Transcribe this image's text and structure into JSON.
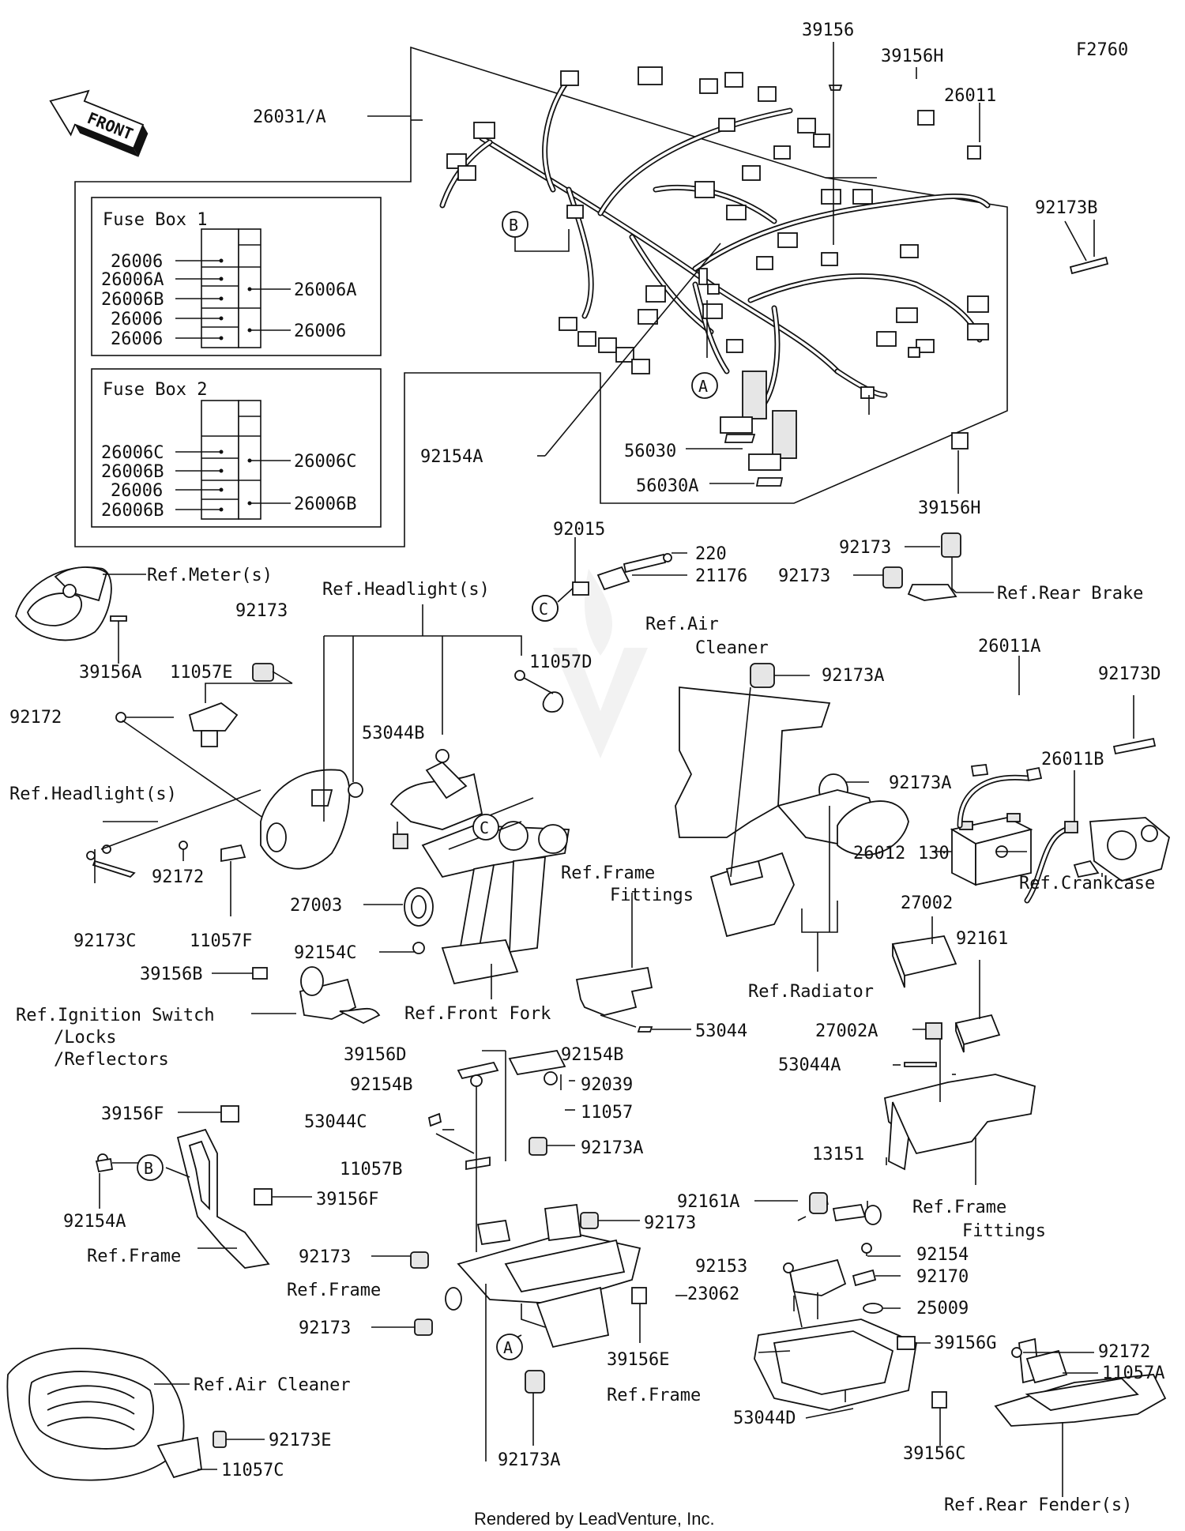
{
  "figure_code": "F2760",
  "front_label": "FRONT",
  "footer": "Rendered by LeadVenture, Inc.",
  "fuse_box_1": {
    "title": "Fuse Box 1",
    "left_labels": [
      "26006",
      "26006A",
      "26006B",
      "26006",
      "26006"
    ],
    "right_labels": [
      "26006A",
      "26006"
    ]
  },
  "fuse_box_2": {
    "title": "Fuse Box 2",
    "left_labels": [
      "26006C",
      "26006B",
      "26006",
      "26006B"
    ],
    "right_labels": [
      "26006C",
      "26006B"
    ]
  },
  "callouts": {
    "A": "A",
    "B": "B",
    "C": "C"
  },
  "labels": {
    "p26031A": "26031/A",
    "p39156": "39156",
    "p39156H_top": "39156H",
    "p26011": "26011",
    "p92173B": "92173B",
    "p92154A_top": "92154A",
    "p56030": "56030",
    "p56030A": "56030A",
    "p39156H_bot": "39156H",
    "p92015": "92015",
    "p220": "220",
    "p21176": "21176",
    "p92173_rb1": "92173",
    "p92173_rb2": "92173",
    "ref_rear_brake": "Ref.Rear Brake",
    "ref_meters": "Ref.Meter(s)",
    "p39156A": "39156A",
    "p11057E": "11057E",
    "p92173_meter": "92173",
    "p92172_a": "92172",
    "ref_headlights_top": "Ref.Headlight(s)",
    "p11057D": "11057D",
    "p53044B": "53044B",
    "ref_headlights_left": "Ref.Headlight(s)",
    "p92172_b": "92172",
    "p92173C": "92173C",
    "p11057F": "11057F",
    "p27003": "27003",
    "p92154C": "92154C",
    "p39156B": "39156B",
    "ref_ignition": "Ref.Ignition Switch",
    "ref_locks": "/Locks",
    "ref_reflectors": "/Reflectors",
    "ref_front_fork": "Ref.Front Fork",
    "ref_frame_fittings_mid_1": "Ref.Frame",
    "ref_frame_fittings_mid_2": "Fittings",
    "p53044": "53044",
    "ref_air_cleaner_top_1": "Ref.Air",
    "ref_air_cleaner_top_2": "Cleaner",
    "p92173A_1": "92173A",
    "p92173A_2": "92173A",
    "ref_radiator": "Ref.Radiator",
    "p26011A": "26011A",
    "p92173D": "92173D",
    "p26011B": "26011B",
    "p26012": "26012",
    "p130": "130",
    "ref_crankcase": "Ref.Crankcase",
    "p27002": "27002",
    "p92161": "92161",
    "p27002A": "27002A",
    "p53044A": "53044A",
    "ref_frame_fittings_r_1": "Ref.Frame",
    "ref_frame_fittings_r_2": "Fittings",
    "p39156D": "39156D",
    "p92154B_1": "92154B",
    "p92154B_2": "92154B",
    "p92039": "92039",
    "p11057": "11057",
    "p53044C": "53044C",
    "p11057B": "11057B",
    "p92173A_3": "92173A",
    "p39156F_1": "39156F",
    "p39156F_2": "39156F",
    "p92154A_b": "92154A",
    "ref_frame_1": "Ref.Frame",
    "ref_frame_2": "Ref.Frame",
    "p92173_f1": "92173",
    "p92173_f2": "92173",
    "p92173_f3": "92173",
    "p39156E": "39156E",
    "ref_frame_3": "Ref.Frame",
    "p92173A_4": "92173A",
    "ref_air_cleaner_bot": "Ref.Air Cleaner",
    "p92173E": "92173E",
    "p11057C": "11057C",
    "p13151": "13151",
    "p92161A": "92161A",
    "p92153": "92153",
    "p92154": "92154",
    "p92170": "92170",
    "p23062": "23062",
    "p25009": "25009",
    "p39156G": "39156G",
    "p53044D": "53044D",
    "p39156C": "39156C",
    "p92172_c": "92172",
    "p11057A": "11057A",
    "ref_rear_fender": "Ref.Rear Fender(s)"
  }
}
